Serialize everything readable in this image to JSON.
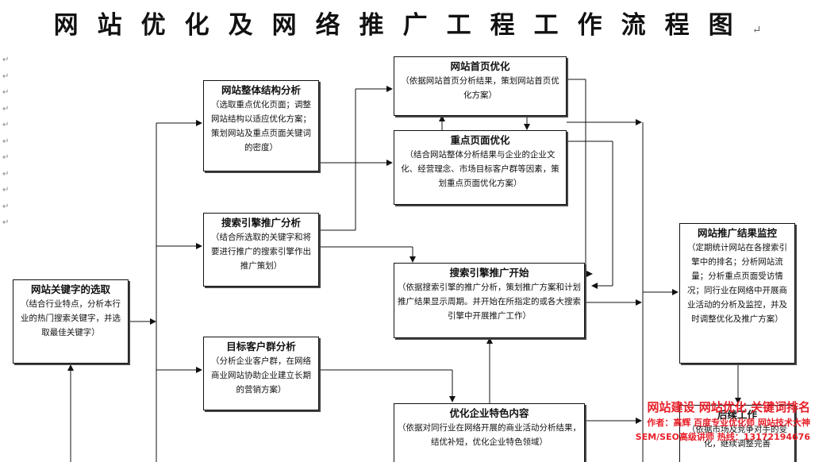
{
  "title": "网站优化及网络推广工程工作流程图",
  "paragraph_mark": "↵",
  "boxes": {
    "keyword": {
      "title": "网站关键字的选取",
      "desc": "（结合行业特点，分析本行业的热门搜索关键字，并选取最佳关键字）"
    },
    "structure": {
      "title": "网站整体结构分析",
      "desc": "（选取重点优化页面；调整网站结构以适应优化方案；策划网站及重点页面关键词的密度）"
    },
    "engine": {
      "title": "搜索引擎推广分析",
      "desc": "（结合所选取的关键字和将要进行推广的搜索引擎作出推广策划）"
    },
    "customer": {
      "title": "目标客户群分析",
      "desc": "（分析企业客户群，在网络商业网站协助企业建立长期的营销方案）"
    },
    "home": {
      "title": "网站首页优化",
      "desc": "（依据网站首页分析结果，策划网站首页优化方案）"
    },
    "key_pages": {
      "title": "重点页面优化",
      "desc": "（结合网站整体分析结果与企业的企业文化、经营理念、市场目标客户群等因素，策划重点页面优化方案）"
    },
    "start": {
      "title": "搜索引擎推广开始",
      "desc": "（依据搜索引擎的推广分析，策划推广方案和计划推广结果显示周期。并开始在所指定的或各大搜索引擎中开展推广工作）"
    },
    "feature": {
      "title": "优化企业特色内容",
      "desc": "（依据对同行业在网络开展的商业活动分析结果，结优补短，优化企业特色领域）"
    },
    "monitor": {
      "title": "网站推广结果监控",
      "desc": "（定期统计网站在各搜索引擎中的排名；分析网站流量；分析重点页面受访情况；同行业在网络中开展商业活动的分析及监控，并及时调整优化及推广方案）"
    },
    "followup": {
      "title": "后续工作",
      "desc": "（依据市场及竞争对手的变化，继续调整完善"
    }
  },
  "watermark": {
    "line1": "网站建设  网站优化  关键词排名",
    "line2": "作者：高辉    百度专业优化师    网站技术大神",
    "line3": "SEM/SEO高级讲师    热线：13172194676"
  }
}
